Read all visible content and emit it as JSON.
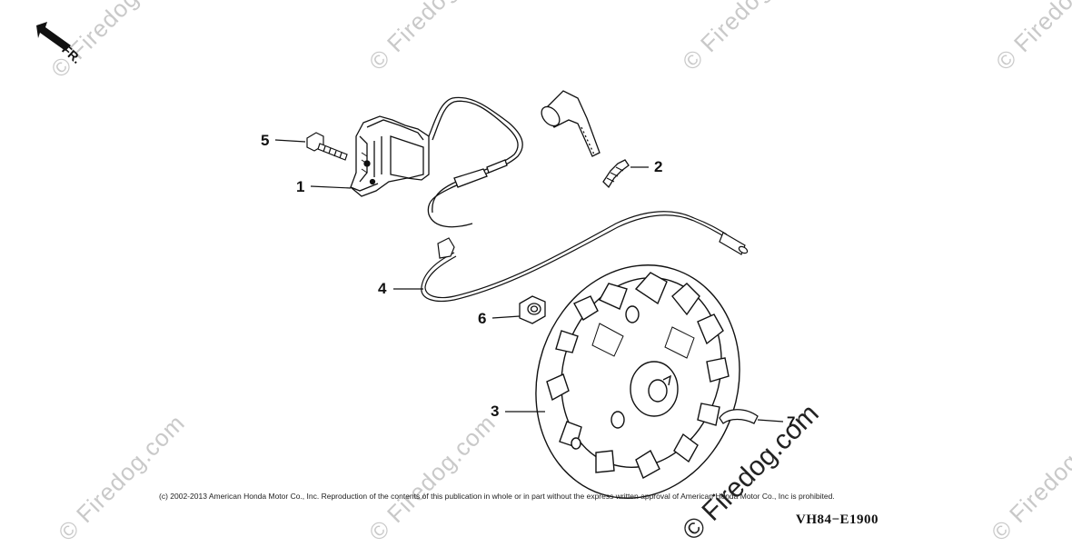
{
  "diagram": {
    "orientation_label": "FR.",
    "diagram_code": "VH84−E1900",
    "copyright": "(c) 2002-2013 American Honda Motor Co., Inc. Reproduction of the contents of this publication in whole or in part without the express written approval of American Honda Motor Co., Inc is prohibited.",
    "watermark": "© Firedog.com",
    "parts": [
      {
        "number": "1"
      },
      {
        "number": "2"
      },
      {
        "number": "3"
      },
      {
        "number": "4"
      },
      {
        "number": "5"
      },
      {
        "number": "6"
      },
      {
        "number": "7"
      }
    ]
  }
}
